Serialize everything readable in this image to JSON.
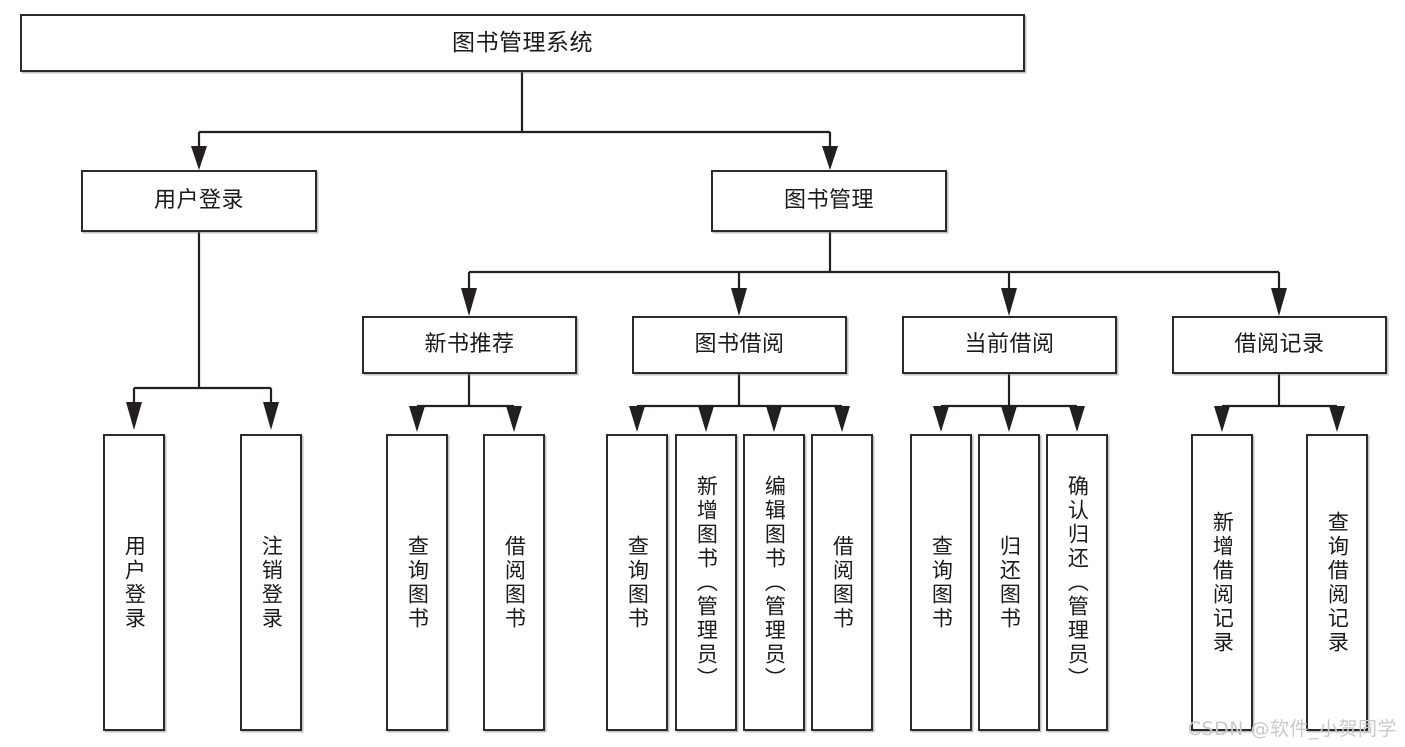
{
  "diagram": {
    "title": "图书管理系统",
    "type": "tree-hierarchy-chart",
    "root": {
      "label": "图书管理系统"
    },
    "level2": [
      {
        "label": "用户登录"
      },
      {
        "label": "图书管理"
      }
    ],
    "level3": [
      {
        "label": "新书推荐",
        "parent": "图书管理"
      },
      {
        "label": "图书借阅",
        "parent": "图书管理"
      },
      {
        "label": "当前借阅",
        "parent": "图书管理"
      },
      {
        "label": "借阅记录",
        "parent": "图书管理"
      }
    ],
    "leaves": {
      "user_login": [
        {
          "label": "用户登录"
        },
        {
          "label": "注销登录"
        }
      ],
      "new_book_recommend": [
        {
          "label": "查询图书"
        },
        {
          "label": "借阅图书"
        }
      ],
      "book_borrow": [
        {
          "label": "查询图书"
        },
        {
          "label": "新增图书（管理员）"
        },
        {
          "label": "编辑图书（管理员）"
        },
        {
          "label": "借阅图书"
        }
      ],
      "current_borrow": [
        {
          "label": "查询图书"
        },
        {
          "label": "归还图书"
        },
        {
          "label": "确认归还（管理员）"
        }
      ],
      "borrow_record": [
        {
          "label": "新增借阅记录"
        },
        {
          "label": "查询借阅记录"
        }
      ]
    }
  },
  "watermark": {
    "text": "CSDN @软件_小贺同学"
  },
  "colors": {
    "box_border": "#2b2b2b",
    "line": "#231f20",
    "text": "#1a1a1a",
    "background": "#ffffff",
    "watermark": "#c9c9c9"
  }
}
